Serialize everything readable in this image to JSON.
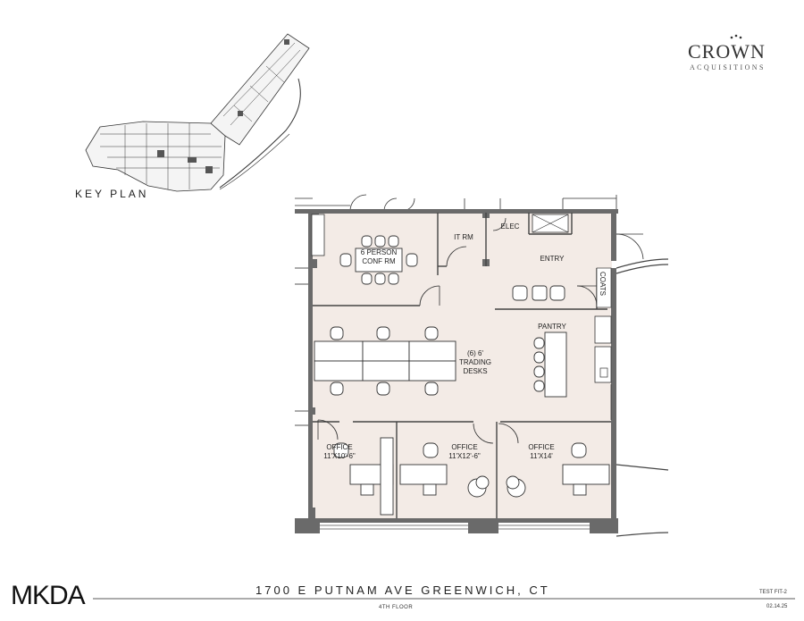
{
  "brand": {
    "client_logo_main": "CROWN",
    "client_logo_sub": "ACQUISITIONS",
    "architect_logo": "MKDA"
  },
  "key_plan": {
    "label": "KEY PLAN"
  },
  "rooms": {
    "conf_line1": "6 PERSON",
    "conf_line2": "CONF RM",
    "it_room": "IT RM",
    "elec": "ELEC",
    "entry": "ENTRY",
    "coats": "COATS",
    "pantry": "PANTRY",
    "trading_line1": "(6) 6'",
    "trading_line2": "TRADING",
    "trading_line3": "DESKS",
    "office1_line1": "OFFICE",
    "office1_line2": "11'X10'-6\"",
    "office2_line1": "OFFICE",
    "office2_line2": "11'X12'-6\"",
    "office3_line1": "OFFICE",
    "office3_line2": "11'X14'"
  },
  "footer": {
    "address": "1700 E PUTNAM AVE GREENWICH, CT",
    "floor": "4TH FLOOR",
    "test_fit": "TEST FIT-2",
    "date": "02.14.25"
  },
  "colors": {
    "floor_fill": "#f3ebe6",
    "wall": "#555555",
    "line": "#333333"
  }
}
